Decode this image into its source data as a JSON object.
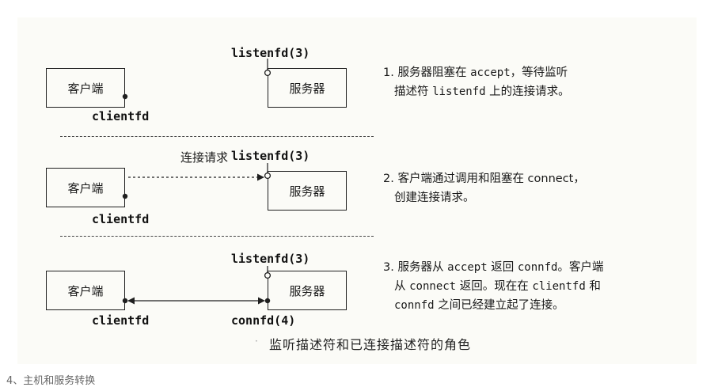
{
  "panels": [
    {
      "client_label": "客户端",
      "server_label": "服务器",
      "listenfd": "listenfd(3)",
      "clientfd": "clientfd",
      "desc_lines": [
        [
          {
            "t": "1. 服务器阻塞在 "
          },
          {
            "t": "accept",
            "code": true
          },
          {
            "t": "，等待监听"
          }
        ],
        [
          {
            "t": "描述符 "
          },
          {
            "t": "listenfd",
            "code": true
          },
          {
            "t": " 上的连接请求。"
          }
        ]
      ]
    },
    {
      "client_label": "客户端",
      "server_label": "服务器",
      "listenfd": "listenfd(3)",
      "clientfd": "clientfd",
      "request_label": "连接请求",
      "desc_lines": [
        [
          {
            "t": "2. 客户端通过调用和阻塞在 connect，"
          }
        ],
        [
          {
            "t": "创建连接请求。"
          }
        ]
      ]
    },
    {
      "client_label": "客户端",
      "server_label": "服务器",
      "listenfd": "listenfd(3)",
      "clientfd": "clientfd",
      "connfd": "connfd(4)",
      "desc_lines": [
        [
          {
            "t": "3. 服务器从 "
          },
          {
            "t": "accept",
            "code": true
          },
          {
            "t": " 返回 "
          },
          {
            "t": "connfd",
            "code": true
          },
          {
            "t": "。客户端"
          }
        ],
        [
          {
            "t": "从 "
          },
          {
            "t": "connect",
            "code": true
          },
          {
            "t": " 返回。现在在 "
          },
          {
            "t": "clientfd",
            "code": true
          },
          {
            "t": " 和"
          }
        ],
        [
          {
            "t": "connfd",
            "code": true
          },
          {
            "t": " 之间已经建立起了连接。"
          }
        ]
      ]
    }
  ],
  "caption": "监听描述符和已连接描述符的角色",
  "footer": "4、主机和服务转换",
  "colors": {
    "line": "#1f1f1f",
    "background": "#fbfbf7"
  }
}
